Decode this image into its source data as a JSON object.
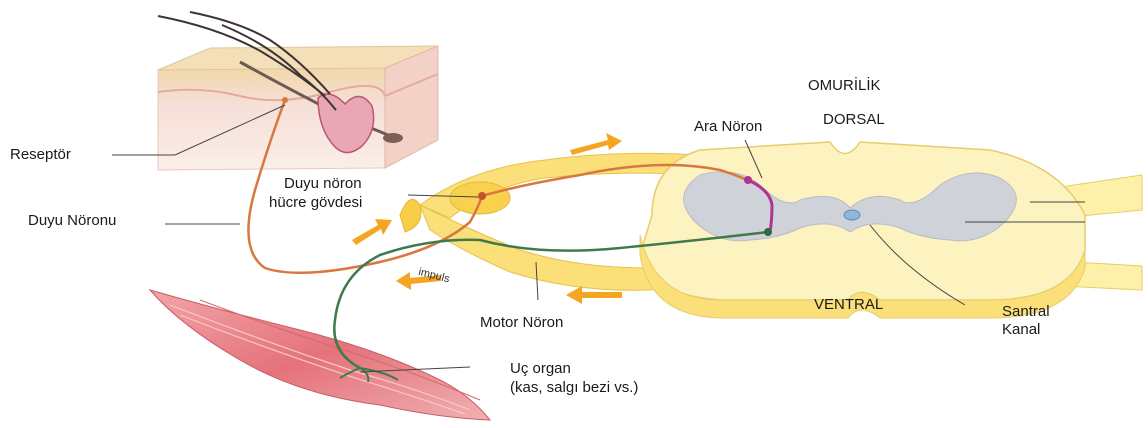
{
  "labels": {
    "omurilik": "OMURİLİK",
    "dorsal": "DORSAL",
    "ventral": "VENTRAL",
    "ara_noron": "Ara Nöron",
    "reseptor": "Reseptör",
    "duyu_noronu": "Duyu Nöronu",
    "duyu_noron_hucre_line1": "Duyu nöron",
    "duyu_noron_hucre_line2": "hücre gövdesi",
    "motor_noron": "Motor Nöron",
    "santral_line1": "Santral",
    "santral_line2": "Kanal",
    "uc_organ_line1": "Uç organ",
    "uc_organ_line2": "(kas, salgı bezi vs.)",
    "impuls": "impuls"
  },
  "colors": {
    "nerve_yellow": "#fbe07a",
    "nerve_pale": "#fdf6c4",
    "grey_matter": "#cfd2d8",
    "sensory_neuron": "#d8783f",
    "motor_neuron": "#3e7a4c",
    "interneuron": "#b0358f",
    "arrow_orange": "#f4a623",
    "muscle": "#e9838a",
    "skin": "#f3d3c7"
  }
}
